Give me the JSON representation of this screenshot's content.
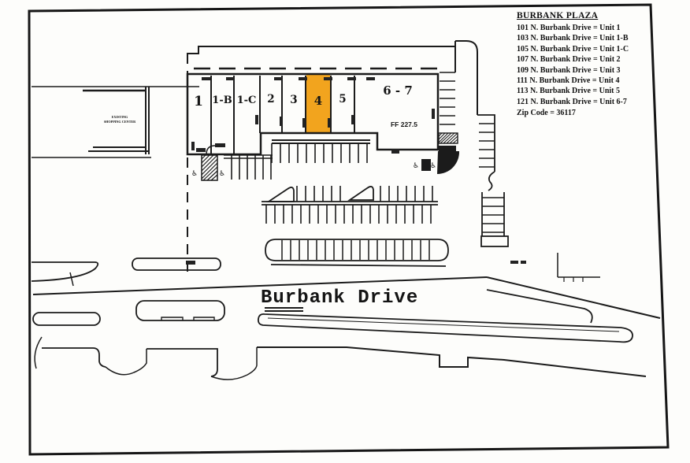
{
  "colors": {
    "ink": "#1b1b1b",
    "paper": "#fdfdfb",
    "highlight": "#F2A41E"
  },
  "legend": {
    "title": "BURBANK PLAZA",
    "entries": [
      "101 N. Burbank Drive = Unit 1",
      "103 N. Burbank Drive = Unit 1-B",
      "105 N. Burbank Drive = Unit 1-C",
      "107 N. Burbank Drive = Unit 2",
      "109 N. Burbank Drive = Unit 3",
      "111 N. Burbank Drive = Unit 4",
      "113 N. Burbank Drive = Unit 5",
      "121 N. Burbank Drive = Unit 6-7"
    ],
    "zip_line": "Zip Code = 36117"
  },
  "building": {
    "units": [
      {
        "label": "1"
      },
      {
        "label": "1-B"
      },
      {
        "label": "1-C"
      },
      {
        "label": "2"
      },
      {
        "label": "3"
      },
      {
        "label": "4",
        "highlighted": true
      },
      {
        "label": "5"
      },
      {
        "label": "6 - 7"
      }
    ],
    "ff_label": "FF 227.5",
    "highlight_color": "#F2A41E"
  },
  "site": {
    "road_name": "Burbank Drive",
    "existing_building_line1": "EXISTING",
    "existing_building_line2": "SHOPPING CENTER"
  },
  "icons": {
    "handicap": "♿"
  }
}
